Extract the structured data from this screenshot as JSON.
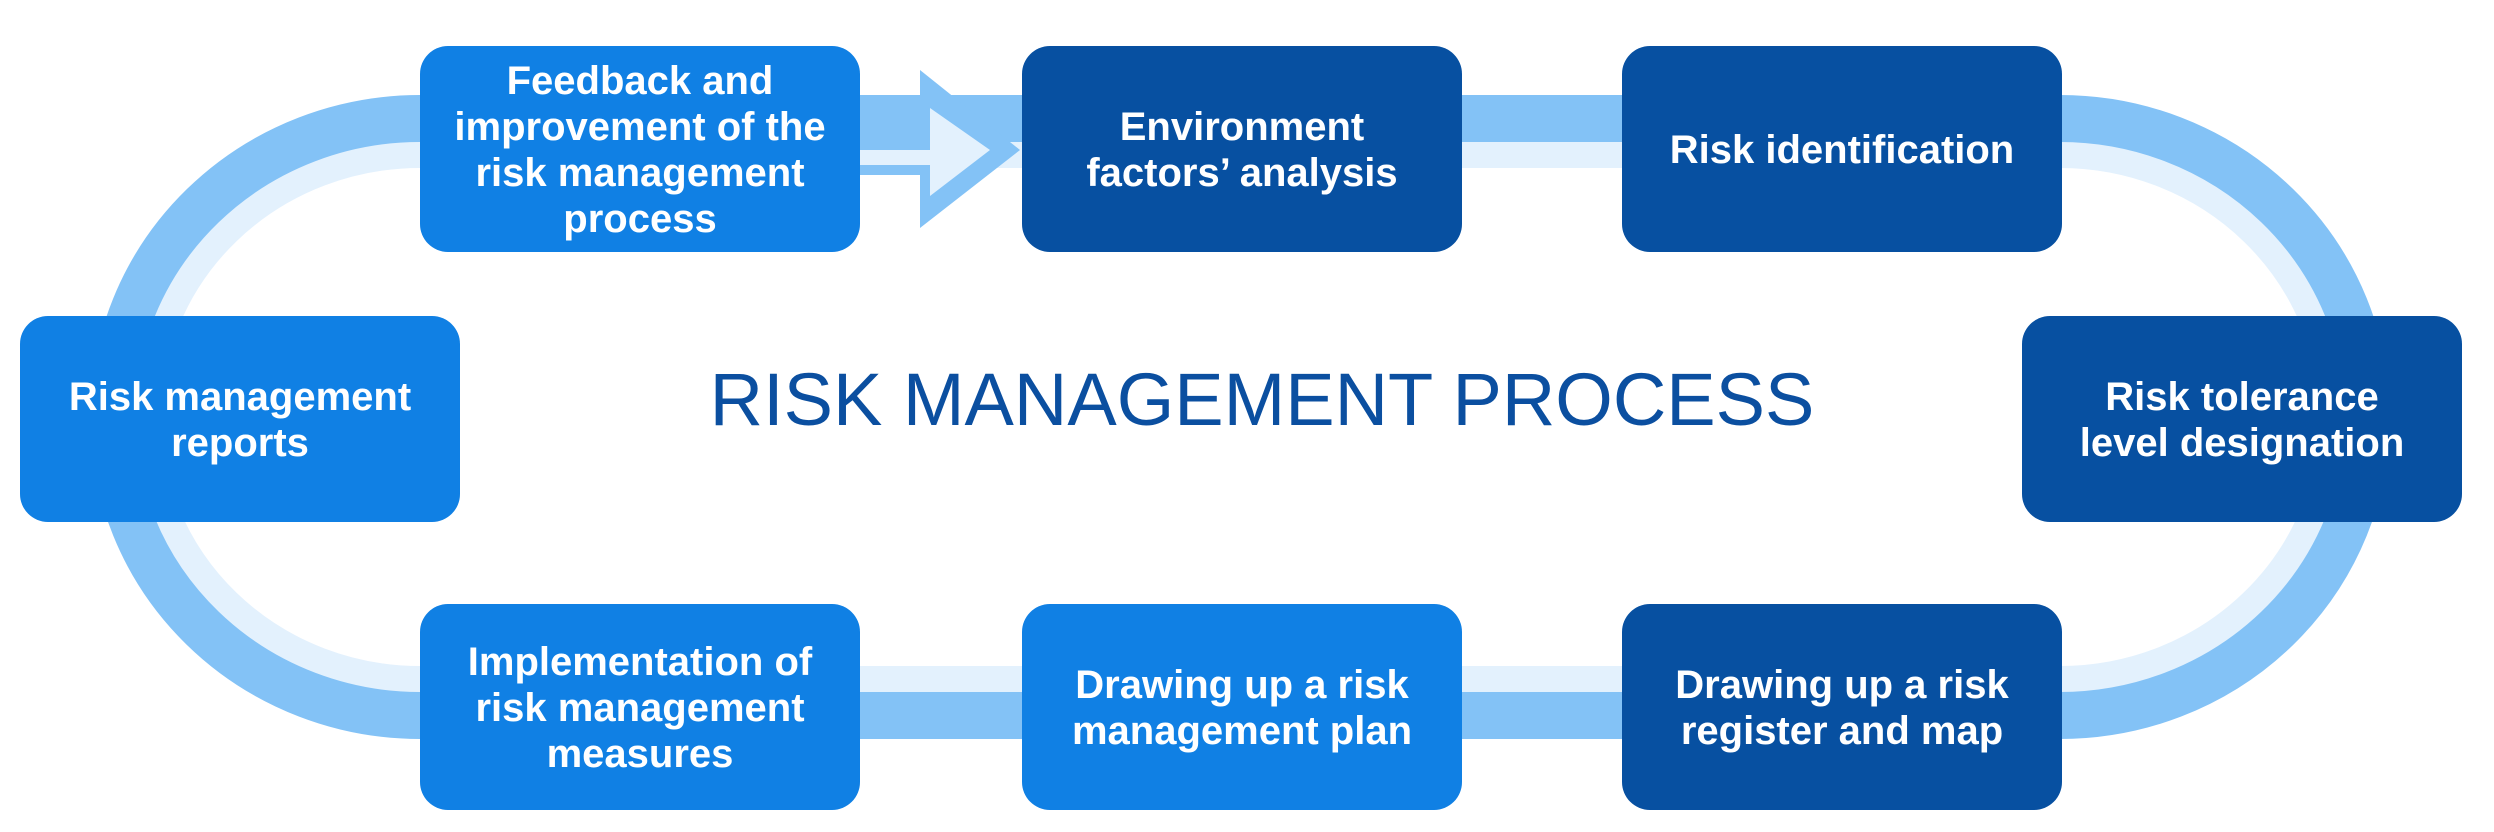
{
  "title": "RISK MANAGEMENT PROCESS",
  "colors": {
    "ring_outer": "#83c2f6",
    "ring_inner": "#e3f1fd",
    "node_dark": "#0750a1",
    "node_light": "#1080e4",
    "title": "#0b4fa0",
    "node_text": "#ffffff"
  },
  "steps": [
    {
      "id": "environment",
      "lines": [
        "Environment",
        "factors’ analysis"
      ],
      "tone": "dark"
    },
    {
      "id": "identification",
      "lines": [
        "Risk identification"
      ],
      "tone": "dark"
    },
    {
      "id": "tolerance",
      "lines": [
        "Risk tolerance",
        "level designation"
      ],
      "tone": "dark"
    },
    {
      "id": "register",
      "lines": [
        "Drawing up a risk",
        "register and map"
      ],
      "tone": "dark"
    },
    {
      "id": "plan",
      "lines": [
        "Drawing up a risk",
        "management plan"
      ],
      "tone": "light"
    },
    {
      "id": "implementation",
      "lines": [
        "Implementation of",
        "risk management",
        "measures"
      ],
      "tone": "light"
    },
    {
      "id": "reports",
      "lines": [
        "Risk management",
        "reports"
      ],
      "tone": "light"
    },
    {
      "id": "feedback",
      "lines": [
        "Feedback and",
        "improvement of the",
        "risk management",
        "process"
      ],
      "tone": "light"
    }
  ],
  "flow_arrow": {
    "from": "feedback",
    "to": "environment",
    "icon": "right-arrow-icon"
  }
}
